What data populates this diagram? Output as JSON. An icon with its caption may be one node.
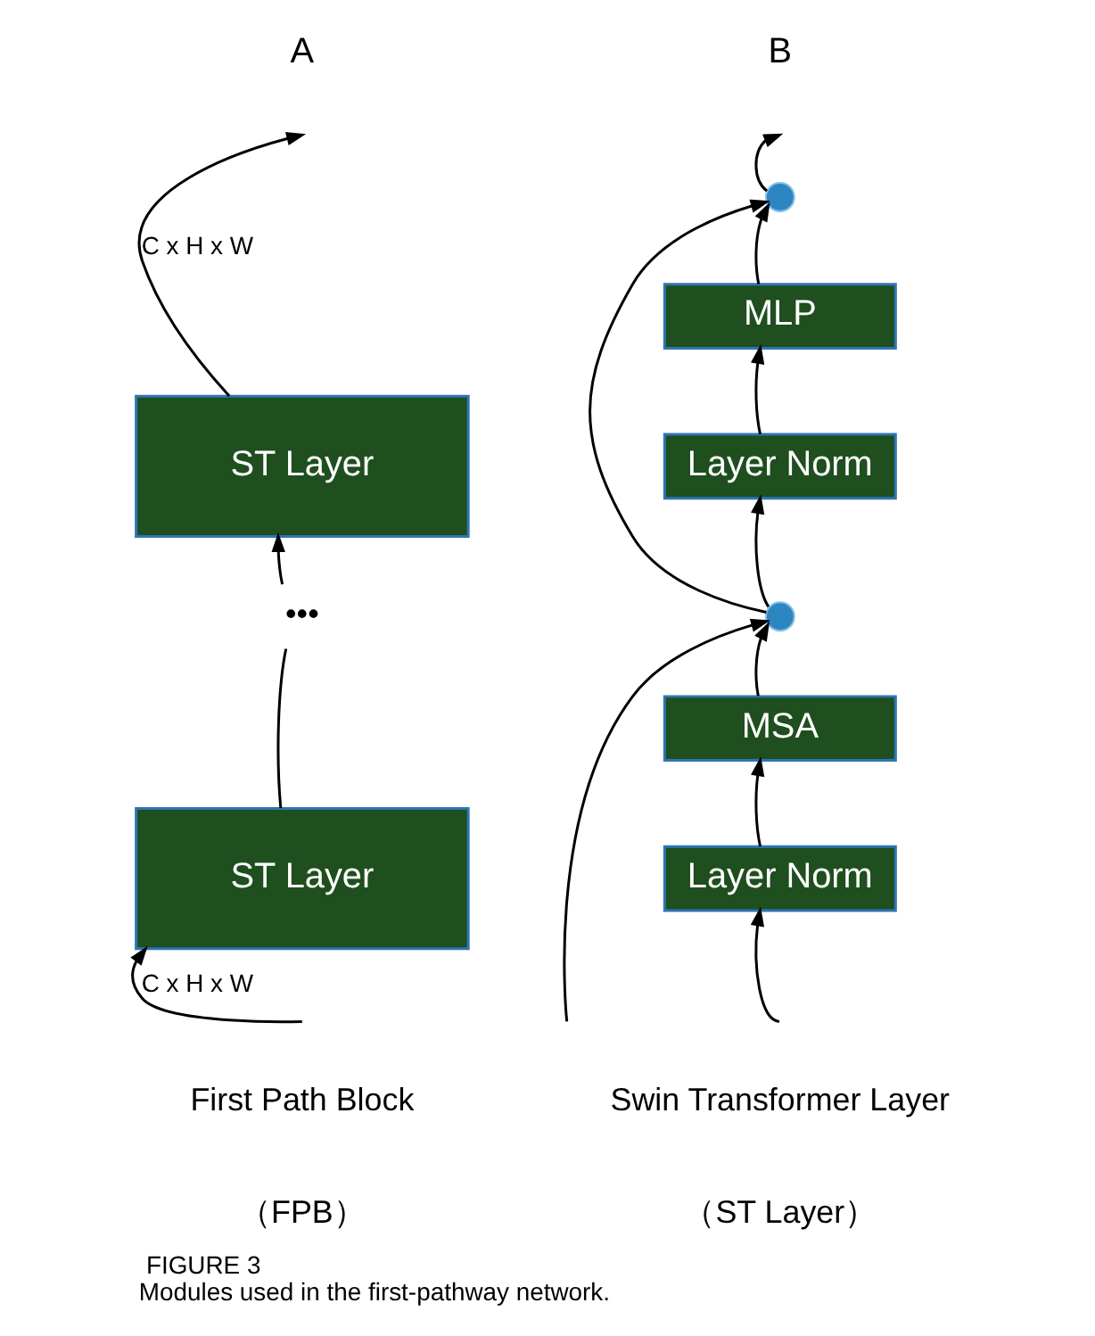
{
  "diagram": {
    "title": "FIGURE 3",
    "caption": "Modules used in the first-pathway network.",
    "nodes": [
      {
        "text": [
          "ST Layer"
        ]
      },
      {
        "text": [
          "•••"
        ]
      },
      {
        "text": [
          "ST Layer"
        ]
      },
      {
        "text": [],
        "shape": "circle"
      },
      {
        "text": [
          "MLP"
        ]
      },
      {
        "text": [
          "Layer Norm"
        ]
      },
      {
        "text": [],
        "shape": "circle"
      },
      {
        "text": [
          "MSA"
        ]
      },
      {
        "text": [
          "Layer Norm"
        ]
      }
    ],
    "edges": [
      {
        "from": null,
        "to": 2,
        "arrow": "to",
        "label": "C x H x W"
      },
      {
        "from": 2,
        "to": 1,
        "arrow": "none"
      },
      {
        "from": 1,
        "to": 0,
        "arrow": "to"
      },
      {
        "from": 0,
        "to": null,
        "arrow": "to",
        "label": "C x H x W"
      },
      {
        "from": null,
        "to": 8,
        "arrow": "to"
      },
      {
        "from": null,
        "to": 6,
        "arrow": "to"
      },
      {
        "from": 8,
        "to": 7,
        "arrow": "to"
      },
      {
        "from": 7,
        "to": 6,
        "arrow": "to"
      },
      {
        "from": 6,
        "to": 5,
        "arrow": "to"
      },
      {
        "from": 6,
        "to": 3,
        "arrow": "to"
      },
      {
        "from": 5,
        "to": 4,
        "arrow": "to"
      },
      {
        "from": 4,
        "to": 3,
        "arrow": "to"
      },
      {
        "from": 3,
        "to": null,
        "arrow": "to"
      }
    ],
    "labels": [
      "A",
      "B",
      "First Path Block",
      "（FPB）",
      "Swin Transformer Layer",
      "（ST Layer）"
    ]
  }
}
